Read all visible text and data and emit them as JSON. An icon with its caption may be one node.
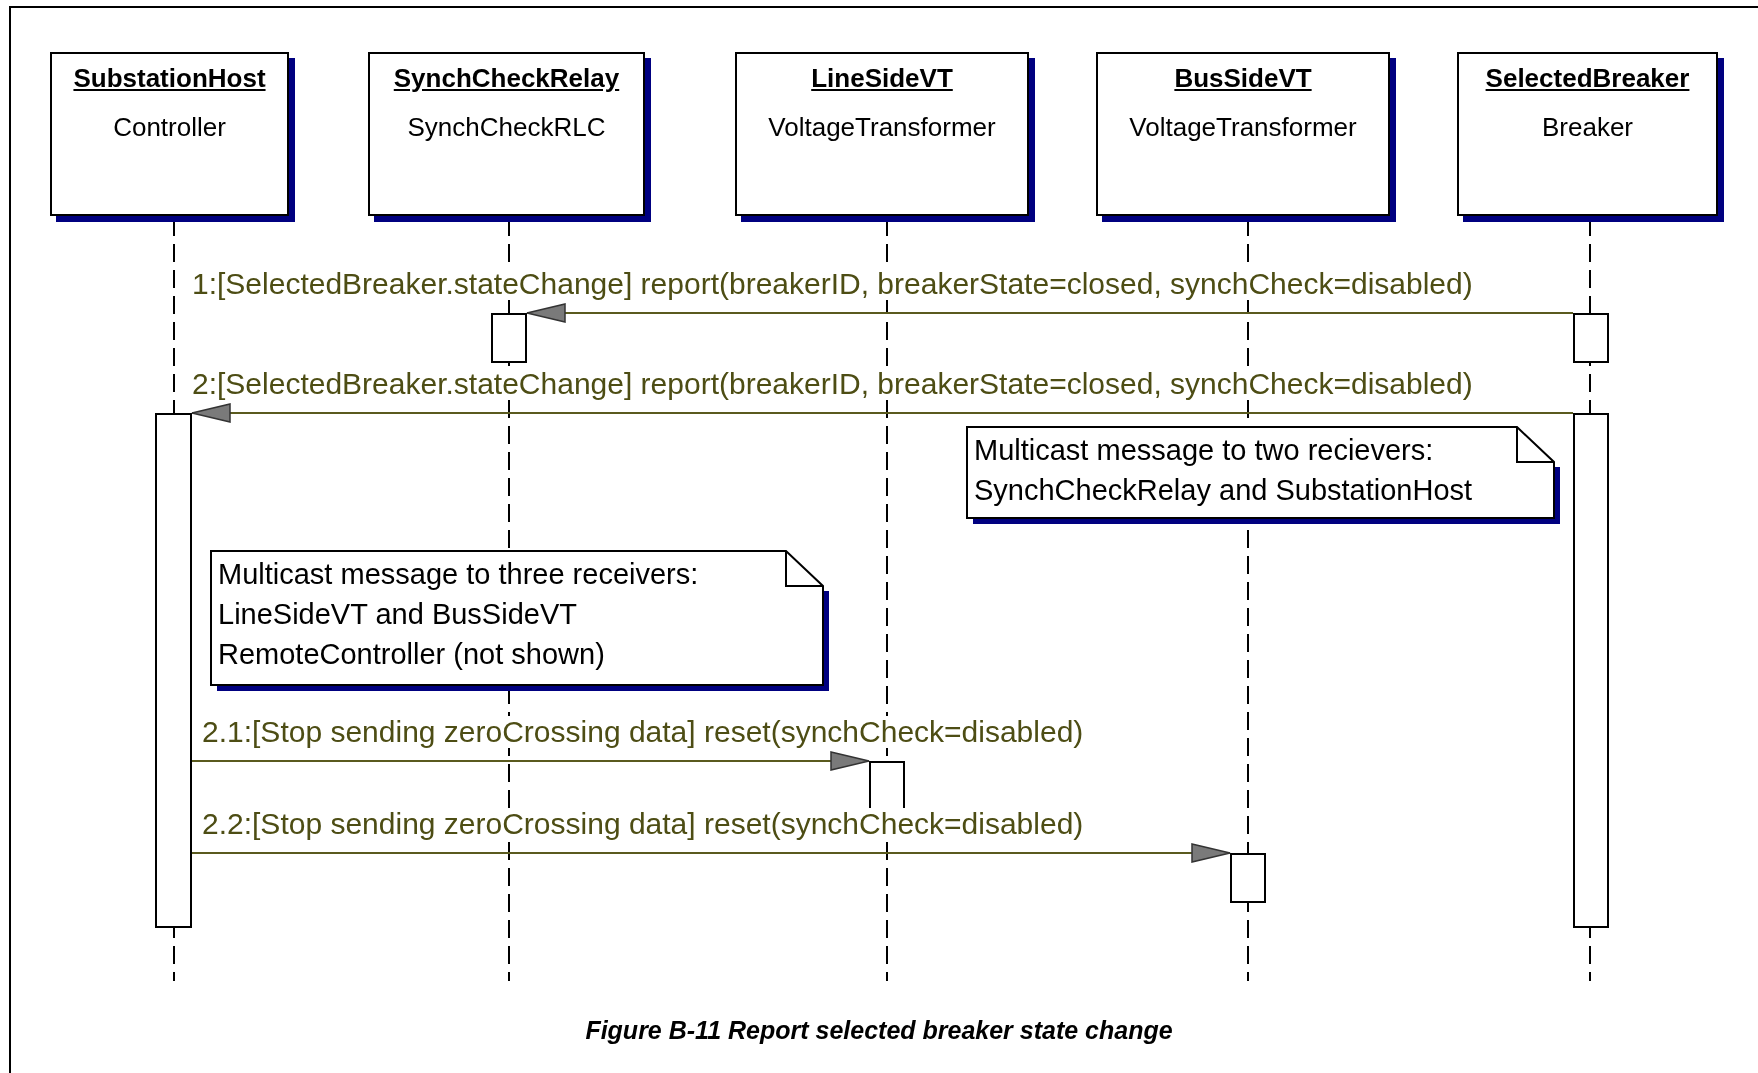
{
  "diagram": {
    "caption": "Figure B-11 Report selected breaker state change",
    "nodes": [
      {
        "text": [
          "SubstationHost",
          "Controller"
        ]
      },
      {
        "text": [
          "SynchCheckRelay",
          "SynchCheckRLC"
        ]
      },
      {
        "text": [
          "LineSideVT",
          "VoltageTransformer"
        ]
      },
      {
        "text": [
          "BusSideVT",
          "VoltageTransformer"
        ]
      },
      {
        "text": [
          "SelectedBreaker",
          "Breaker"
        ]
      },
      {
        "text": [],
        "shape": "box"
      },
      {
        "text": [],
        "shape": "box"
      },
      {
        "text": [],
        "shape": "box"
      },
      {
        "text": [],
        "shape": "box"
      },
      {
        "text": [
          "Multicast message to two recievers: SynchCheckRelay and SubstationHost"
        ]
      },
      {
        "text": [
          "Multicast message to three receivers: LineSideVT and BusSideVT RemoteController (not shown)"
        ]
      },
      {
        "text": [],
        "shape": "box"
      },
      {
        "text": [],
        "shape": "box"
      }
    ],
    "edges": [
      {
        "from": 6,
        "to": 5,
        "arrow": "to",
        "label": "1:[SelectedBreaker.stateChange] report(breakerID, breakerState=closed, synchCheck=disabled)"
      },
      {
        "from": 8,
        "to": 7,
        "arrow": "to",
        "label": "2:[SelectedBreaker.stateChange] report(breakerID, breakerState=closed, synchCheck=disabled)"
      },
      {
        "from": 7,
        "to": 11,
        "arrow": "to",
        "label": "2.1:[Stop sending zeroCrossing data] reset(synchCheck=disabled)"
      },
      {
        "from": 7,
        "to": 12,
        "arrow": "to",
        "label": "2.2:[Stop sending zeroCrossing data] reset(synchCheck=disabled)"
      }
    ]
  }
}
